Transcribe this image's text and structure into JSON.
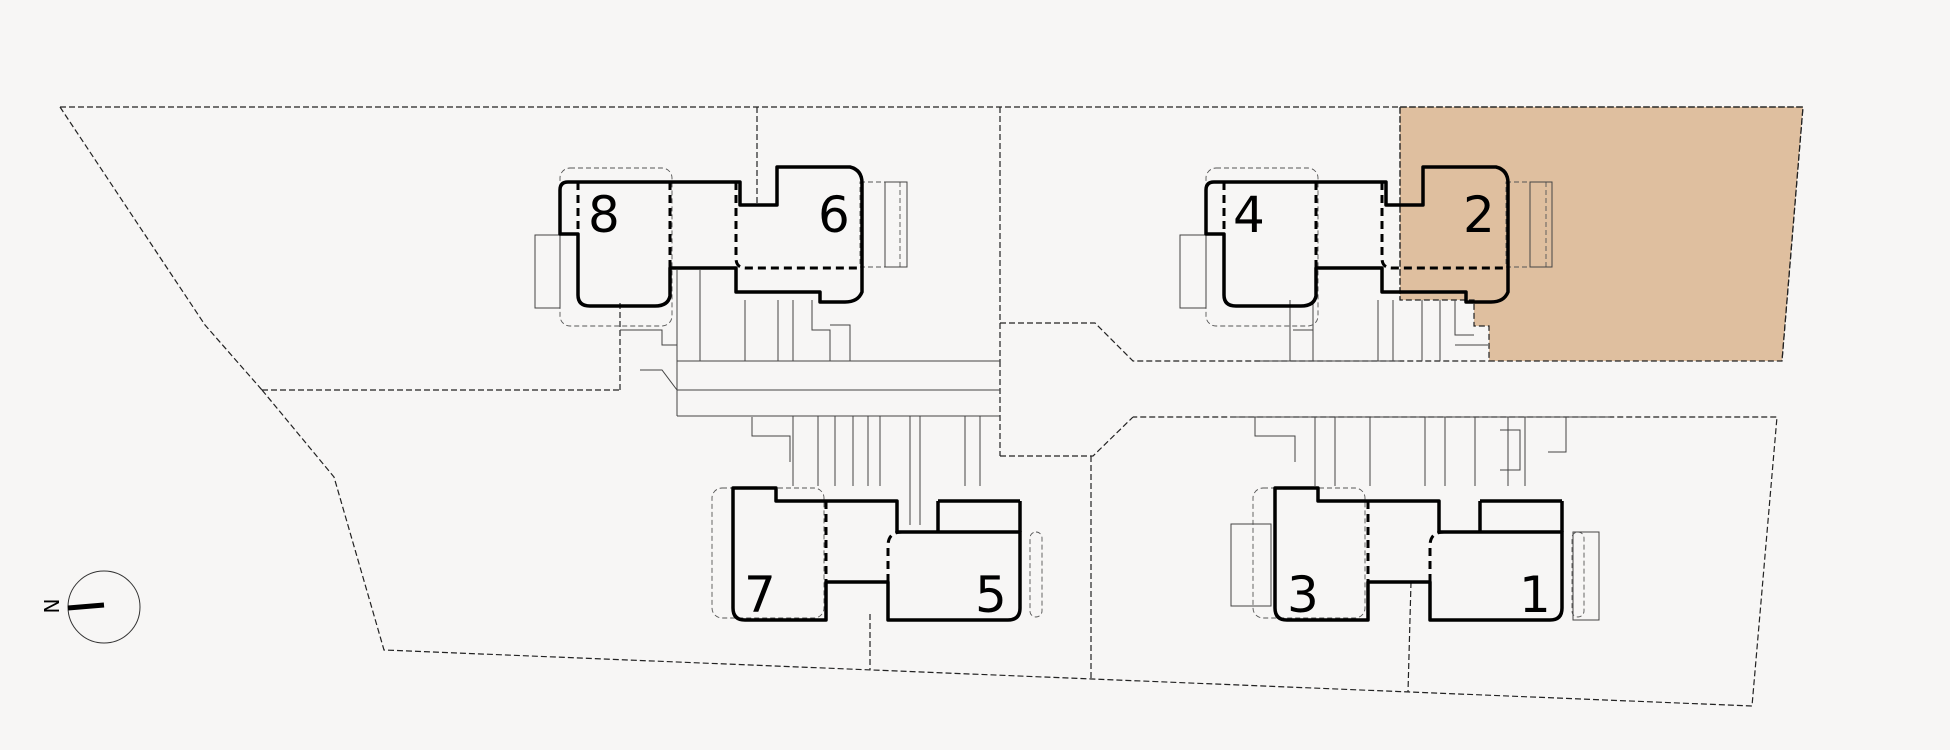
{
  "plan": {
    "units": [
      {
        "number": "1",
        "selected": false
      },
      {
        "number": "2",
        "selected": true
      },
      {
        "number": "3",
        "selected": false
      },
      {
        "number": "4",
        "selected": false
      },
      {
        "number": "5",
        "selected": false
      },
      {
        "number": "6",
        "selected": false
      },
      {
        "number": "7",
        "selected": false
      },
      {
        "number": "8",
        "selected": false
      }
    ],
    "north_label": "N",
    "colors": {
      "background": "#f7f6f5",
      "selected_lot": "#dfbf9f",
      "lines": "#000000"
    },
    "icons": [
      "north-arrow-icon"
    ]
  }
}
